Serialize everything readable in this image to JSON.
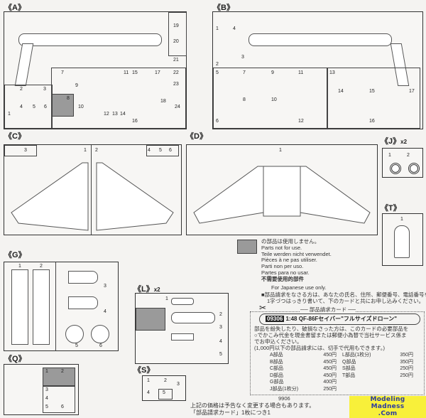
{
  "sections": {
    "A": "A",
    "B": "B",
    "C": "C",
    "D": "D",
    "J": "J",
    "J_qty": "x2",
    "T": "T",
    "G": "G",
    "L": "L",
    "L_qty": "x2",
    "Q": "Q",
    "S": "S"
  },
  "parts_A": [
    "1",
    "2",
    "3",
    "4",
    "5",
    "6",
    "7",
    "8",
    "9",
    "10",
    "11",
    "12",
    "13",
    "14",
    "15",
    "16",
    "17",
    "18",
    "19",
    "20",
    "21",
    "22",
    "23",
    "24"
  ],
  "parts_B": [
    "1",
    "2",
    "3",
    "4",
    "5",
    "6",
    "7",
    "8",
    "9",
    "10",
    "11",
    "12",
    "13",
    "14",
    "15",
    "16",
    "17"
  ],
  "parts_C": [
    "1",
    "2",
    "3",
    "4",
    "5",
    "6"
  ],
  "parts_D": [
    "1"
  ],
  "parts_J": [
    "1",
    "2"
  ],
  "parts_T": [
    "1"
  ],
  "parts_G": [
    "1",
    "2",
    "3",
    "4",
    "5",
    "6"
  ],
  "parts_L": [
    "1",
    "2",
    "3",
    "4",
    "5"
  ],
  "parts_Q": [
    "1",
    "2",
    "3",
    "4",
    "5",
    "6"
  ],
  "parts_S": [
    "1",
    "2",
    "3",
    "4",
    "5"
  ],
  "legend": {
    "lines": [
      "の部品は使用しません。",
      "Parts not for use.",
      "Teile werden nicht verwendet.",
      "Pièces à ne pas utiliser.",
      "Parti non per uso.",
      "Partes para no usar.",
      "不需要使用的部件"
    ]
  },
  "order": {
    "japan_only": "For Japanese use only.",
    "instructions": [
      "■部品請求をなさる方は、あなたの氏名、住所、郵便番号、電話番号を",
      "1字づつはっきり書いて、下のカードと共にお申し込みください。"
    ],
    "card_title": "── 部品請求カード ──",
    "kit_code": "09306",
    "scale": "1:48",
    "kit_name": "QF-86Fセイバー\"フルサイズドローン\"",
    "body": [
      "部品を紛失したり、破損なさった方は、このカードの必要部品を",
      "○でかこみ代金を現金書留または郵便小為替で当社サービス係ま",
      "でお申込ください。",
      "(1,000円以下の部品請求には、切手で代用もできます。)"
    ],
    "prices_left": [
      [
        "A部品",
        "450円"
      ],
      [
        "B部品",
        "450円"
      ],
      [
        "C部品",
        "450円"
      ],
      [
        "D部品",
        "450円"
      ],
      [
        "G部品",
        "400円"
      ],
      [
        "J部品(1枚分)",
        "250円"
      ]
    ],
    "prices_right": [
      [
        "L部品(1枚分)",
        "350円"
      ],
      [
        "Q部品",
        "350円"
      ],
      [
        "S部品",
        "250円"
      ],
      [
        "T部品",
        "250円"
      ]
    ],
    "sheet_no": "9906",
    "footer": [
      "上記の価格は予告なく変更する場合もあります。",
      "「部品請求カード」1枚につき1"
    ]
  },
  "watermark": {
    "line1": "Modeling",
    "line2": "Madness",
    "line3": ".Com"
  }
}
